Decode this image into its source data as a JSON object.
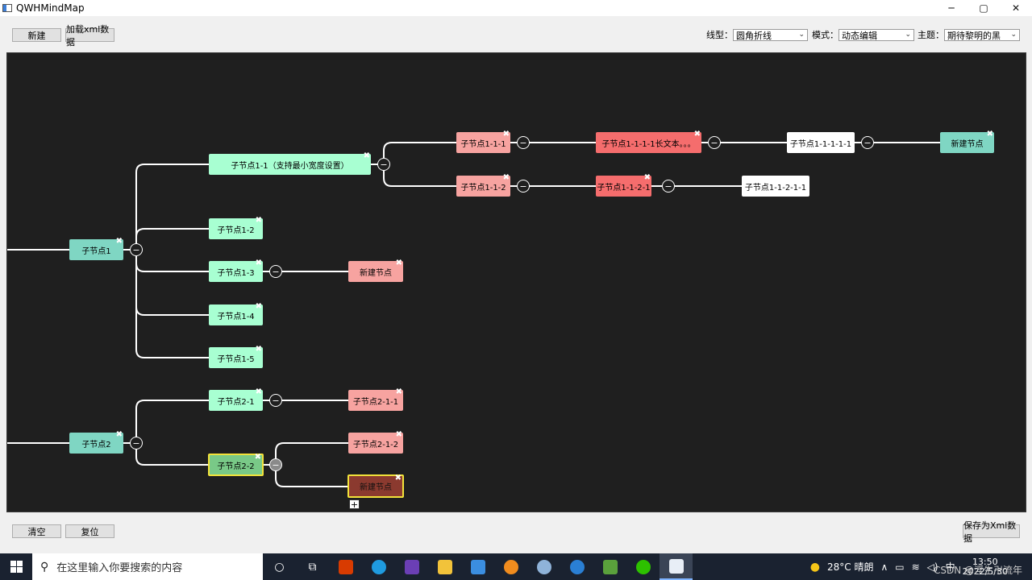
{
  "window": {
    "title": "QWHMindMap",
    "min": "─",
    "max": "▢",
    "close": "✕"
  },
  "toolbar": {
    "new_label": "新建",
    "load_label": "加载xml数据",
    "line_type_label": "线型：",
    "line_type_value": "圆角折线",
    "mode_label": "模式：",
    "mode_value": "动态编辑",
    "theme_label": "主题：",
    "theme_value": "期待黎明的黑"
  },
  "bottom": {
    "clear_label": "清空",
    "reset_label": "复位",
    "save_label": "保存为Xml数据"
  },
  "mindmap": {
    "nodes": {
      "n1": "子节点1",
      "n1_1": "子节点1-1（支持最小宽度设置）",
      "n1_1_1": "子节点1-1-1",
      "n1_1_1_1": "子节点1-1-1-1长文本。。。",
      "n1_1_1_1_1": "子节点1-1-1-1-1",
      "n1_1_1_1_1_1": "新建节点",
      "n1_1_2": "子节点1-1-2",
      "n1_1_2_1": "子节点1-1-2-1",
      "n1_1_2_1_1": "子节点1-1-2-1-1",
      "n1_2": "子节点1-2",
      "n1_3": "子节点1-3",
      "n1_3_1": "新建节点",
      "n1_4": "子节点1-4",
      "n1_5": "子节点1-5",
      "n2": "子节点2",
      "n2_1": "子节点2-1",
      "n2_1_1": "子节点2-1-1",
      "n2_2": "子节点2-2",
      "n2_2_1": "子节点2-1-2",
      "n2_2_2": "新建节点"
    },
    "delete_glyph": "✖",
    "collapse_glyph": "−",
    "add_glyph": "+",
    "colors": {
      "teal": "#7fd6c3",
      "green": "#a8ffd2",
      "pink": "#f7a3a0",
      "red": "#f56d6d",
      "white": "#ffffff",
      "selected": "#79c987",
      "brown": "#8b3a2f",
      "highlight": "#f2e23a",
      "canvas": "#1f1f1f"
    }
  },
  "taskbar": {
    "search_placeholder": "在这里输入你要搜索的内容",
    "weather": "28°C 晴朗",
    "ime": "中",
    "time": "13:50",
    "date": "2022/5/30",
    "watermark": "CSDN @浮生卍流年"
  }
}
